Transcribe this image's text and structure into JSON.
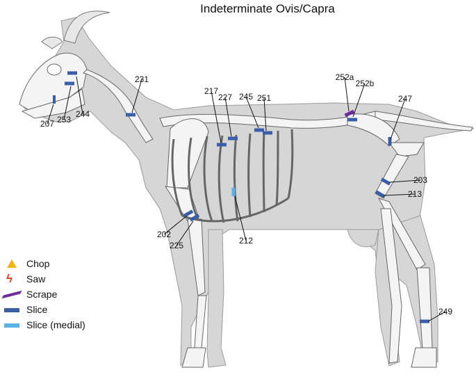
{
  "title": "Indeterminate Ovis/Capra",
  "legend": [
    {
      "symbol": "chop-icon",
      "label": "Chop",
      "color": "#f2b318"
    },
    {
      "symbol": "saw-icon",
      "label": "Saw",
      "color": "#e23b22"
    },
    {
      "symbol": "scrape-icon",
      "label": "Scrape",
      "color": "#6d2b9a"
    },
    {
      "symbol": "slice-icon",
      "label": "Slice",
      "color": "#3a5fa8"
    },
    {
      "symbol": "slice-medial-icon",
      "label": "Slice (medial)",
      "color": "#58b3e2"
    }
  ],
  "marks": [
    {
      "id": "207",
      "type": "Slice"
    },
    {
      "id": "253",
      "type": "Slice"
    },
    {
      "id": "244",
      "type": "Slice"
    },
    {
      "id": "231",
      "type": "Slice"
    },
    {
      "id": "217",
      "type": "Slice"
    },
    {
      "id": "227",
      "type": "Slice"
    },
    {
      "id": "245",
      "type": "Slice"
    },
    {
      "id": "251",
      "type": "Slice"
    },
    {
      "id": "252a",
      "type": "Scrape"
    },
    {
      "id": "252b",
      "type": "Slice"
    },
    {
      "id": "247",
      "type": "Slice"
    },
    {
      "id": "203",
      "type": "Slice"
    },
    {
      "id": "213",
      "type": "Slice"
    },
    {
      "id": "212",
      "type": "Slice (medial)"
    },
    {
      "id": "202",
      "type": "Slice"
    },
    {
      "id": "225",
      "type": "Slice"
    },
    {
      "id": "249",
      "type": "Slice"
    }
  ]
}
